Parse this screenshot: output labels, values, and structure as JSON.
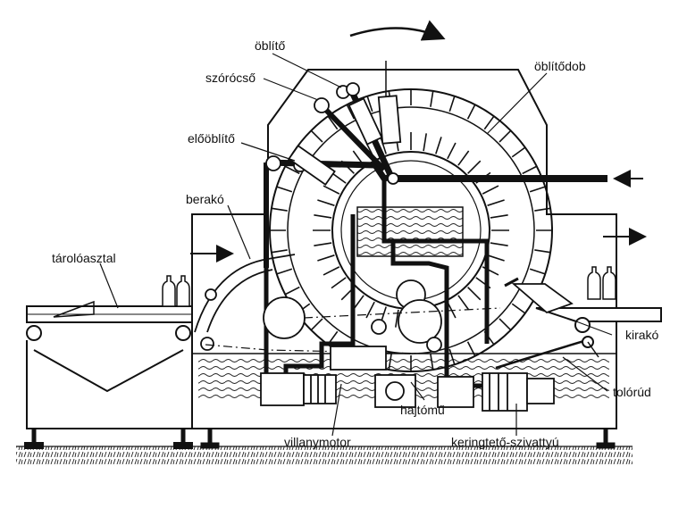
{
  "labels": {
    "oblito": "öblítő",
    "szorocso": "szórócső",
    "oblitodob": "öblítődob",
    "eloblito": "előöblítő",
    "berako": "berakó",
    "tarolo": "tárolóasztal",
    "kirako": "kirakó",
    "tolorud": "tolórúd",
    "hajtomu": "hajtómű",
    "villanymotor": "villanymotor",
    "szivattyu": "keringtető-szivattyú"
  }
}
